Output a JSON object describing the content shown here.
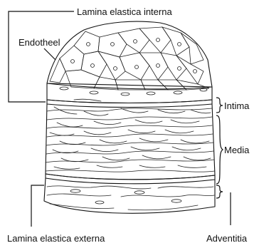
{
  "labels": {
    "lamina_interna": "Lamina elastica interna",
    "endotheel": "Endotheel",
    "intima": "Intima",
    "media": "Media",
    "lamina_externa": "Lamina elastica externa",
    "adventitia": "Adventitia"
  }
}
